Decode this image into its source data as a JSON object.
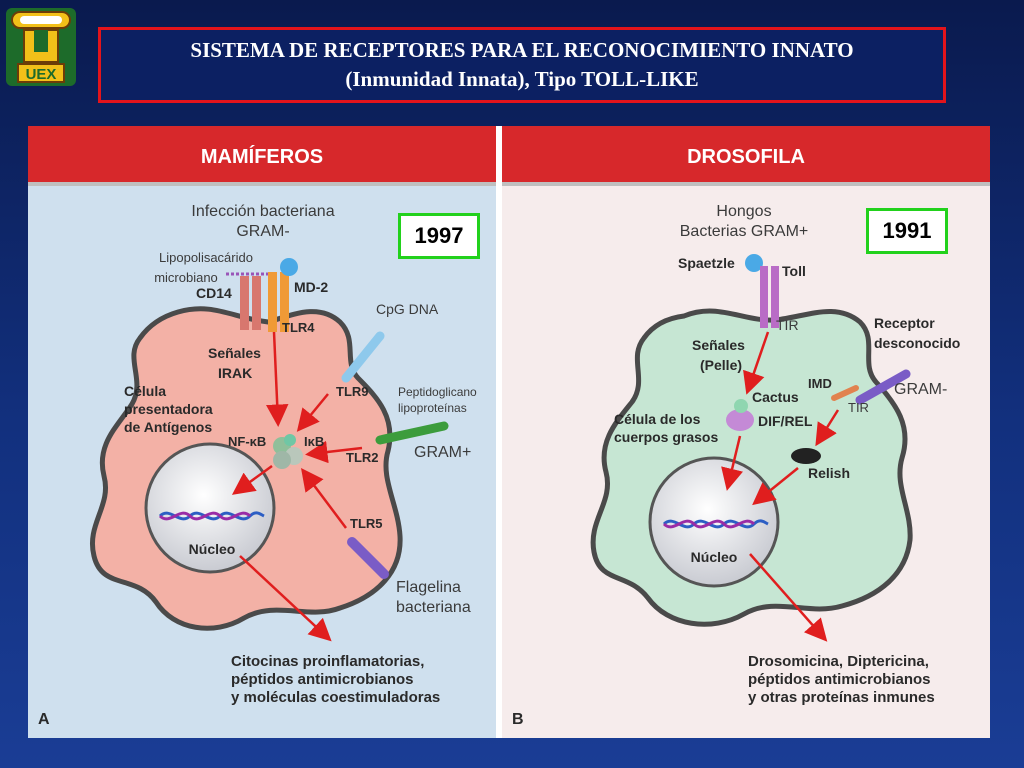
{
  "logo": {
    "letters": "UEX"
  },
  "title": {
    "line1": "SISTEMA DE RECEPTORES PARA EL RECONOCIMIENTO INNATO",
    "line2": "(Inmunidad Innata), Tipo TOLL-LIKE"
  },
  "panels": {
    "a": {
      "header": "MAMÍFEROS",
      "year": "1997",
      "letter": "A",
      "infection_line1": "Infección bacteriana",
      "infection_line2": "GRAM-",
      "lps_line1": "Lipopolisacárido",
      "lps_line2": "microbiano",
      "cd14": "CD14",
      "md2": "MD-2",
      "tlr4": "TLR4",
      "cpg": "CpG DNA",
      "tlr9": "TLR9",
      "signals_line1": "Señales",
      "signals_line2": "IRAK",
      "cell_line1": "Célula",
      "cell_line2": "presentadora",
      "cell_line3": "de Antígenos",
      "nfkb": "NF-κB",
      "ikb": "IκB",
      "pep_line1": "Peptidoglicano",
      "pep_line2": "lipoproteínas",
      "gram_plus": "GRAM+",
      "tlr2": "TLR2",
      "tlr5": "TLR5",
      "nucleus": "Núcleo",
      "flag_line1": "Flagelina",
      "flag_line2": "bacteriana",
      "out_line1": "Citocinas proinflamatorias,",
      "out_line2": "péptidos antimicrobianos",
      "out_line3": "y moléculas coestimuladoras"
    },
    "b": {
      "header": "DROSOFILA",
      "year": "1991",
      "letter": "B",
      "fungi_line1": "Hongos",
      "fungi_line2": "Bacterias GRAM+",
      "spaetzle": "Spaetzle",
      "toll": "Toll",
      "tir": "TIR",
      "signals_line1": "Señales",
      "signals_line2": "(Pelle)",
      "cactus": "Cactus",
      "difrel": "DIF/REL",
      "cell_line1": "Célula de los",
      "cell_line2": "cuerpos grasos",
      "receptor_line1": "Receptor",
      "receptor_line2": "desconocido",
      "imd": "IMD",
      "gram_minus": "GRAM-",
      "tir2": "TIR",
      "relish": "Relish",
      "nucleus": "Núcleo",
      "out_line1": "Drosomicina, Diptericina,",
      "out_line2": "péptidos antimicrobianos",
      "out_line3": "y otras proteínas inmunes"
    }
  }
}
